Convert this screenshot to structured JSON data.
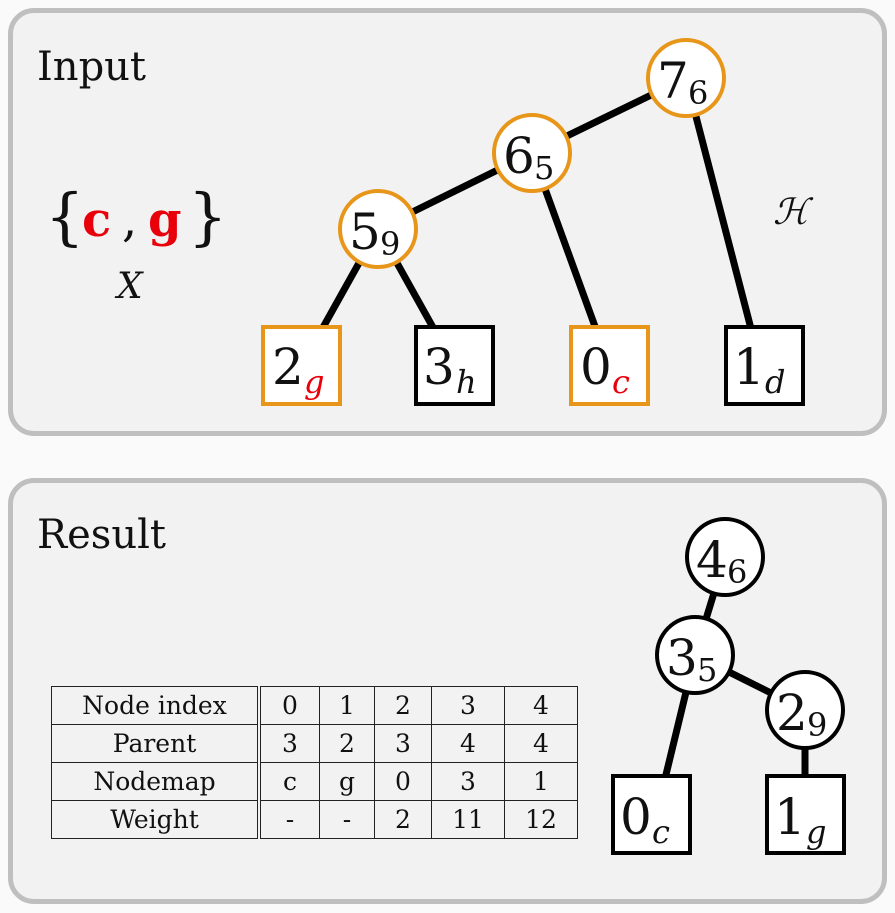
{
  "colors": {
    "highlight": "#E8961A",
    "red": "#E8000B",
    "ink": "#000000",
    "panel_bg": "#F2F2F2",
    "panel_border": "#BFBFBF"
  },
  "input": {
    "title": "Input",
    "set": {
      "open": "{",
      "item1": "c",
      "comma": ",",
      "item2": "g",
      "close": "}",
      "name": "X"
    },
    "graph_label": "ℋ",
    "nodes": [
      {
        "id": "n7",
        "value": "7",
        "sub": "6"
      },
      {
        "id": "n6",
        "value": "6",
        "sub": "5"
      },
      {
        "id": "n5",
        "value": "5",
        "sub": "9"
      },
      {
        "id": "l2",
        "value": "2",
        "sub": "g"
      },
      {
        "id": "l3",
        "value": "3",
        "sub": "h"
      },
      {
        "id": "l0",
        "value": "0",
        "sub": "c"
      },
      {
        "id": "l1",
        "value": "1",
        "sub": "d"
      }
    ]
  },
  "result": {
    "title": "Result",
    "nodes": [
      {
        "id": "r4",
        "value": "4",
        "sub": "6"
      },
      {
        "id": "r3",
        "value": "3",
        "sub": "5"
      },
      {
        "id": "r2",
        "value": "2",
        "sub": "9"
      },
      {
        "id": "r0",
        "value": "0",
        "sub": "c"
      },
      {
        "id": "r1",
        "value": "1",
        "sub": "g"
      }
    ],
    "table": {
      "rows": [
        {
          "label": "Node index",
          "cells": [
            "0",
            "1",
            "2",
            "3",
            "4"
          ]
        },
        {
          "label": "Parent",
          "cells": [
            "3",
            "2",
            "3",
            "4",
            "4"
          ]
        },
        {
          "label": "Nodemap",
          "cells": [
            "c",
            "g",
            "0",
            "3",
            "1"
          ]
        },
        {
          "label": "Weight",
          "cells": [
            "-",
            "-",
            "2",
            "11",
            "12"
          ]
        }
      ]
    }
  }
}
